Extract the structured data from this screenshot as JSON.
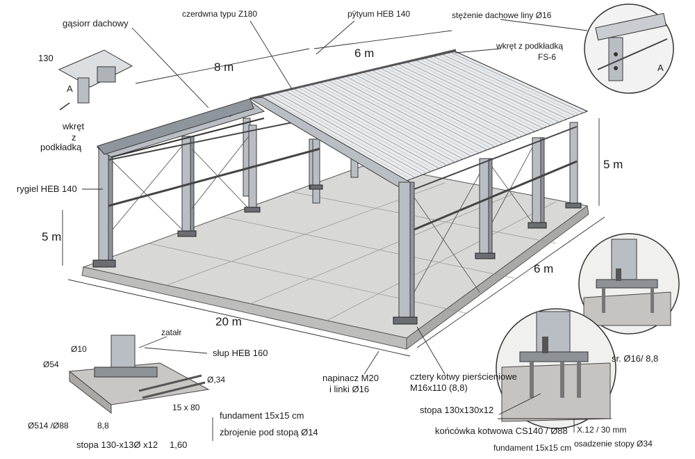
{
  "labels": {
    "gutter": "gąsiorr dachowy",
    "purlin": "czerdwna typu Z180",
    "plate": "pÿtyum HEB 140",
    "bracing": "stężenie dachowe liny Ø16",
    "screw_washer": "wkręt z podkładką",
    "screw_washer_code": "FS-6",
    "screw_left_1": "wkręt",
    "screw_left_2": "z",
    "screw_left_3": "podkładką",
    "rail": "rygiel HEB 140",
    "dim_130": "130",
    "detail_a": "A",
    "detail_a2": "A",
    "dim_8m": "8 m",
    "dim_6m_top": "6 m",
    "dim_5m_right": "5 m",
    "dim_5m_left": "5 m",
    "dim_20m": "20 m",
    "dim_6m_side": "6 m",
    "tensioner_1": "napinacz M20",
    "tensioner_2": "i linki Ø16",
    "anchors_1": "cztery kotwy pierścieniowe",
    "anchors_2": "M16x110 (8,8)",
    "weld": "zatałr",
    "column": "słup HEB 160",
    "d10": "Ø10",
    "d54": "Ø54",
    "d34": "Ø,34",
    "d15x80": "15 x 8̈0",
    "d514": "Ø514 /Ø88",
    "d88": "8,8",
    "foundation_l": "fundament 15x15 cm",
    "rebar": "zbrojenie pod stopą Ø14",
    "footplate_l": "stopa 130-x13Ø x12",
    "footplate_l_val": "1,60",
    "sr": "śr. Ø16/ 8,8",
    "footplate_r": "stopa 130x130x12",
    "anchor_tip": "końcówka kotwowa CS140 / Ø88",
    "x12": "X.12 / 30 mm",
    "foundation_r": "fundament 15x15 cm",
    "embed": "osadzenie stopy Ø34"
  }
}
